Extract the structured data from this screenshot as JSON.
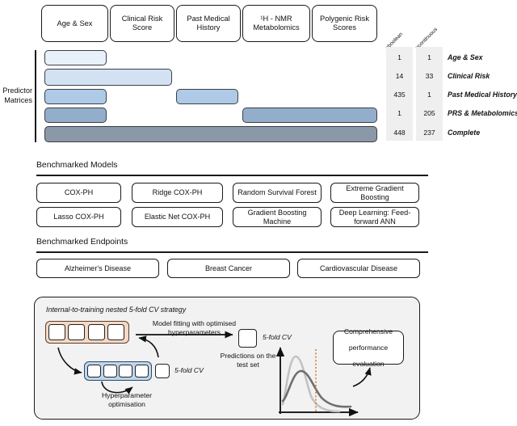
{
  "predictor_sources": [
    {
      "label": "Age & Sex"
    },
    {
      "label": "Clinical Risk Score"
    },
    {
      "label": "Past Medical History"
    },
    {
      "label": "¹H - NMR Metabolomics"
    },
    {
      "label": "Polygenic Risk Scores"
    }
  ],
  "predictor_matrices": {
    "axis_label_line1": "Predictor",
    "axis_label_line2": "Matrices"
  },
  "counts_table": {
    "headers": [
      "nboolean",
      "ncontinuous"
    ],
    "rows": [
      {
        "n_boolean": "1",
        "n_continuous": "1",
        "label": "Age & Sex"
      },
      {
        "n_boolean": "14",
        "n_continuous": "33",
        "label": "Clinical Risk"
      },
      {
        "n_boolean": "435",
        "n_continuous": "1",
        "label": "Past Medical History"
      },
      {
        "n_boolean": "1",
        "n_continuous": "205",
        "label": "PRS & Metabolomics"
      },
      {
        "n_boolean": "448",
        "n_continuous": "237",
        "label": "Complete"
      }
    ]
  },
  "models_section": {
    "title": "Benchmarked Models",
    "items": [
      "COX-PH",
      "Ridge COX-PH",
      "Random Survival Forest",
      "Extreme Gradient Boosting",
      "Lasso COX-PH",
      "Elastic Net COX-PH",
      "Gradient Boosting Machine",
      "Deep Learning: Feed-forward ANN"
    ]
  },
  "endpoints_section": {
    "title": "Benchmarked Endpoints",
    "items": [
      "Alzheimer's Disease",
      "Breast Cancer",
      "Cardiovascular Disease"
    ]
  },
  "cv_panel": {
    "title": "Internal-to-training nested 5-fold CV strategy",
    "model_fitting_line1": "Model fitting with optimised",
    "model_fitting_line2": "hyperparameters",
    "inner_cv_label": "5-fold CV",
    "outer_cv_label": "5-fold CV",
    "predictions_line1": "Predictions on",
    "predictions_line2": "the test set",
    "hyperparam_line1": "Hyperparameter",
    "hyperparam_line2": "optimisation",
    "evaluation_line1": "Comprehensive",
    "evaluation_line2": "performance",
    "evaluation_line3": "evaluation"
  },
  "colors": {
    "bar1": "#e8f0fa",
    "bar2": "#d3e2f3",
    "bar3": "#aecae6",
    "bar4": "#93aecb",
    "bar5": "#8b98a8",
    "outer_fold": "#f6d9c4",
    "inner_fold": "#bdd7ee",
    "table_col": "#efefef",
    "accent_dotted": "#d4762a"
  }
}
